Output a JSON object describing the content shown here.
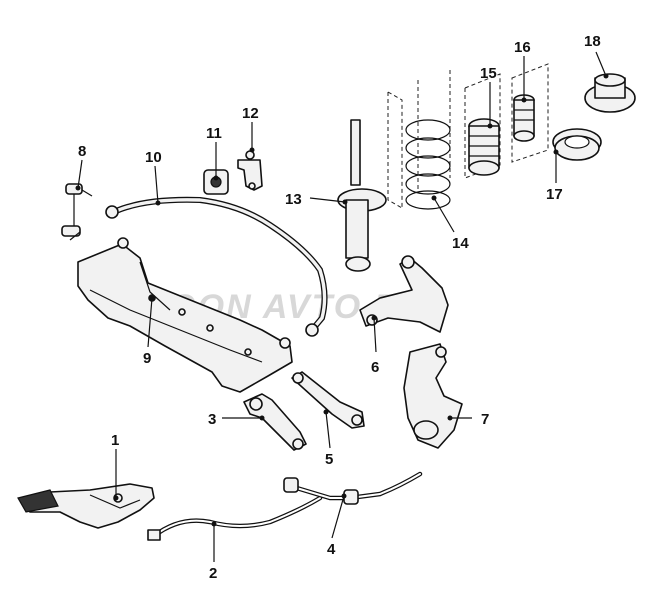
{
  "watermark": "ERGON AVTO.RU",
  "callouts": [
    {
      "id": "1",
      "part": "parking-brake-lever"
    },
    {
      "id": "2",
      "part": "parking-brake-rear-cable"
    },
    {
      "id": "3",
      "part": "lower-link-front"
    },
    {
      "id": "4",
      "part": "parking-brake-front-cable"
    },
    {
      "id": "5",
      "part": "lower-link-rear"
    },
    {
      "id": "6",
      "part": "upper-control-arm"
    },
    {
      "id": "7",
      "part": "steering-knuckle"
    },
    {
      "id": "8",
      "part": "stabilizer-link"
    },
    {
      "id": "9",
      "part": "crossmember"
    },
    {
      "id": "10",
      "part": "stabilizer-bar"
    },
    {
      "id": "11",
      "part": "stabilizer-bushing"
    },
    {
      "id": "12",
      "part": "stabilizer-bracket"
    },
    {
      "id": "13",
      "part": "shock-absorber"
    },
    {
      "id": "14",
      "part": "coil-spring"
    },
    {
      "id": "15",
      "part": "dust-boot"
    },
    {
      "id": "16",
      "part": "bump-stop"
    },
    {
      "id": "17",
      "part": "spring-insulator"
    },
    {
      "id": "18",
      "part": "shock-mount"
    }
  ]
}
